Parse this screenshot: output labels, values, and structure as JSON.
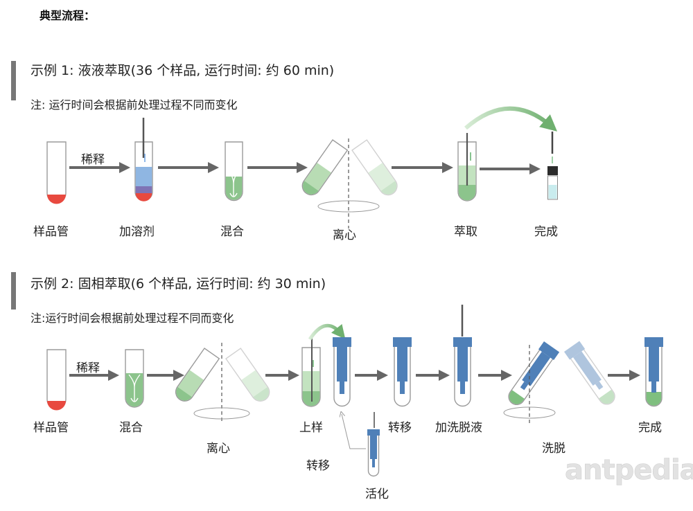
{
  "title": "典型流程：",
  "example1": {
    "heading": "示例 1:  液液萃取(36  个样品, 运行时间:  约  60 min)",
    "note": "注:  运行时间会根据前处理过程不同而变化",
    "arrow_label": "稀释",
    "steps": [
      "样品管",
      "加溶剂",
      "混合",
      "离心",
      "萃取",
      "完成"
    ]
  },
  "example2": {
    "heading": "示例 2:  固相萃取(6 个样品, 运行时间:  约 30 min)",
    "note": "注:运行时间会根据前处理过程不同而变化",
    "arrow_label": "稀释",
    "steps": [
      "样品管",
      "混合",
      "离心",
      "上样",
      "转移",
      "加洗脱液",
      "洗脱",
      "完成"
    ],
    "sub_steps": [
      "转移",
      "活化"
    ]
  },
  "watermark": "antpedia",
  "colors": {
    "sample": "#e8493f",
    "solvent": "#8fb6e2",
    "purple": "#7f73b5",
    "green": "#8cc48c",
    "light_green": "#c3e3c0",
    "cartridge": "#4f80b8",
    "arrow": "#666666"
  }
}
